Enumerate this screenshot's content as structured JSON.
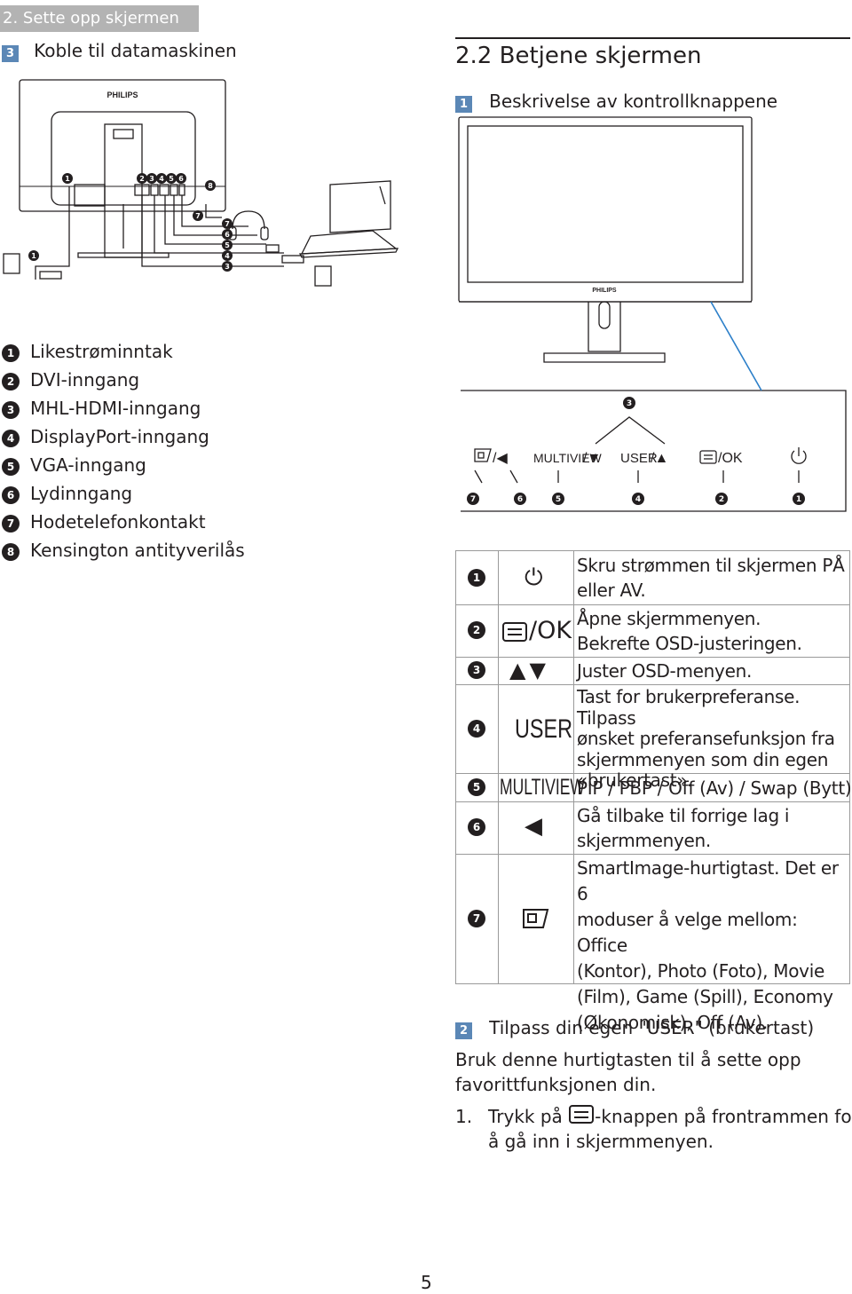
{
  "header": {
    "section": "2. Sette opp skjermen"
  },
  "left": {
    "step_number": "3",
    "step_title": "Koble til datamaskinen",
    "brand": "PHILIPS",
    "legend": [
      {
        "num": "1",
        "label": "Likestrøminntak"
      },
      {
        "num": "2",
        "label": "DVI-inngang"
      },
      {
        "num": "3",
        "label": "MHL-HDMI-inngang"
      },
      {
        "num": "4",
        "label": "DisplayPort-inngang"
      },
      {
        "num": "5",
        "label": "VGA-inngang"
      },
      {
        "num": "6",
        "label": "Lydinngang"
      },
      {
        "num": "7",
        "label": "Hodetelefonkontakt"
      },
      {
        "num": "8",
        "label": "Kensington antityverilås"
      }
    ]
  },
  "right": {
    "section_title": "2.2  Betjene skjermen",
    "sub1_number": "1",
    "sub1_title": "Beskrivelse av kontrollknappene",
    "monitor_brand": "PHILIPS",
    "button_labels": {
      "smartimage": "/◀",
      "multiview": "MULTIVIEW",
      "multiview_arrow": "/▼",
      "user": "USER",
      "user_arrow": "/▲",
      "menu": "/OK"
    },
    "callouts": [
      "7",
      "6",
      "5",
      "4",
      "2",
      "1",
      "3"
    ],
    "table": [
      {
        "num": "1",
        "key": "⏻",
        "desc": [
          "Skru strømmen til skjermen PÅ",
          "eller AV."
        ]
      },
      {
        "num": "2",
        "key": "/OK",
        "desc": [
          "Åpne skjermmenyen.",
          "Bekrefte OSD-justeringen."
        ]
      },
      {
        "num": "3",
        "key": "▲▼",
        "desc": [
          "Juster OSD-menyen."
        ]
      },
      {
        "num": "4",
        "key": "USER",
        "desc": [
          "Tast for brukerpreferanse. Tilpass",
          "ønsket preferansefunksjon fra",
          "skjermmenyen som din egen",
          "«brukertast»."
        ]
      },
      {
        "num": "5",
        "key": "MULTIVIEW",
        "desc": [
          "PIP / PBP / Off (Av) / Swap (Bytt)"
        ]
      },
      {
        "num": "6",
        "key": "◀",
        "desc": [
          "Gå tilbake til forrige lag i",
          "skjermmenyen."
        ]
      },
      {
        "num": "7",
        "key": "",
        "desc": [
          "SmartImage-hurtigtast. Det er 6",
          "moduser å velge mellom: Office",
          "(Kontor), Photo (Foto), Movie",
          "(Film), Game (Spill), Economy",
          "(Økonomisk), Off (Av)."
        ]
      }
    ],
    "sub2_number": "2",
    "sub2_title": "Tilpass din egen \"USER\" (brukertast)",
    "intro": [
      "Bruk denne hurtigtasten til å sette opp",
      "favorittfunksjonen din."
    ],
    "step1_num": "1.",
    "step1_pre": "Trykk på ",
    "step1_post": "-knappen på frontrammen for",
    "step1_line2": "å gå inn i skjermmenyen."
  },
  "footer": {
    "page_number": "5"
  }
}
